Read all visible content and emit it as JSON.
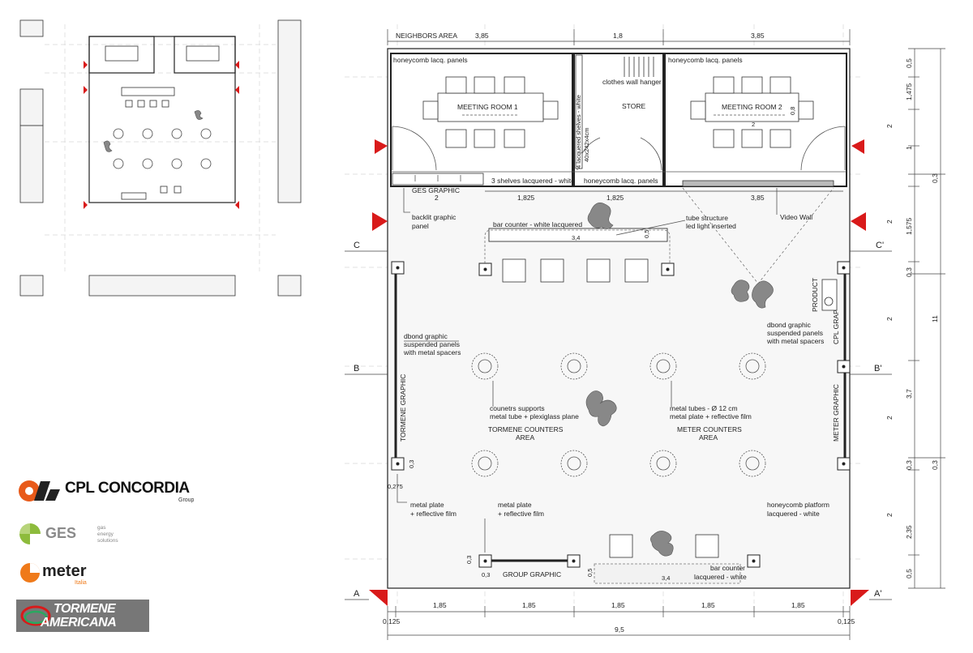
{
  "plan": {
    "top_dims": {
      "area": "NEIGHBORS AREA",
      "left": "3,85",
      "middle": "1,8",
      "right": "3,85"
    },
    "rooms": {
      "meeting_room_1": "MEETING ROOM 1",
      "store": "STORE",
      "meeting_room_2": "MEETING ROOM 2"
    },
    "labels": {
      "honeycomb_left": "honeycomb lacq. panels",
      "honeycomb_right": "honeycomb lacq. panels",
      "honeycomb_store": "honeycomb lacq. panels",
      "clothes_hanger": "clothes wall hanger",
      "lacquered_shelves_1": "4 lacquered shelves - white",
      "lacquered_shelves_2": "40x242x4cm",
      "three_shelves": "3 shelves lacquered - white",
      "ges_graphic_1": "GES GRAPHIC",
      "ges_graphic_2": "2",
      "backlit_1": "backlit graphic",
      "backlit_2": "panel",
      "bar_counter_top": "bar counter - white lacquered",
      "tube_1": "tube structure",
      "tube_2": "led light inserted",
      "video_wall": "Video Wall",
      "product": "PRODUCT",
      "cpl_grap": "CPL GRAP",
      "dbond_left_1": "dbond graphic",
      "dbond_left_2": "suspended panels",
      "dbond_left_3": "with metal spacers",
      "dbond_right_1": "dbond graphic",
      "dbond_right_2": "suspended panels",
      "dbond_right_3": "with metal spacers",
      "tormene_graphic": "TORMENE GRAPHIC",
      "meter_graphic": "METER GRAPHIC",
      "counters_1": "counetrs supports",
      "counters_2": "metal tube + plexiglass plane",
      "tormene_area_1": "TORMENE COUNTERS",
      "tormene_area_2": "AREA",
      "metal_tubes_1": "metal tubes - Ø 12 cm",
      "metal_tubes_2": "metal plate + reflective film",
      "meter_area_1": "METER COUNTERS",
      "meter_area_2": "AREA",
      "metal_plate_left_1": "metal plate",
      "metal_plate_left_2": "+ reflective film",
      "metal_plate_mid_1": "metal plate",
      "metal_plate_mid_2": "+ reflective film",
      "honeycomb_platform_1": "honeycomb platform",
      "honeycomb_platform_2": "lacquered - white",
      "group_graphic": "GROUP GRAPHIC",
      "bar_counter_bottom_1": "bar counter",
      "bar_counter_bottom_2": "lacquered - white"
    },
    "inner_dims": {
      "table1": "2",
      "table1b": "0,8",
      "bar_len": "3,4",
      "bar_w": "0,5",
      "bar2_len": "3,4",
      "bar2_w": "0,5",
      "row_left": "1,825",
      "row_mid": "1,825",
      "row_right": "3,85",
      "post": "0,3",
      "post_off": "0,275",
      "post_b1": "0,3",
      "post_b2": "0,3"
    },
    "sections": {
      "a": "A",
      "a2": "A'",
      "b": "B",
      "b2": "B'",
      "c": "C",
      "c2": "C'"
    },
    "bottom_dims": {
      "seg": [
        "1,85",
        "1,85",
        "1,85",
        "1,85",
        "1,85"
      ],
      "edge_left": "0,125",
      "edge_right": "0,125",
      "total": "9,5"
    },
    "right_dims": {
      "inner": [
        "0,5",
        "1,475",
        "2",
        "1",
        "2",
        "1,575",
        "0,3",
        "2",
        "3,7",
        "2",
        "0,3",
        "2",
        "2,35",
        "0,5"
      ],
      "outer": [
        "0,3",
        "11",
        "0,3"
      ]
    }
  },
  "logos": {
    "cpl": {
      "name": "CPL CONCORDIA",
      "sub": "Group"
    },
    "ges": {
      "name": "GES",
      "sub1": "gas",
      "sub2": "energy",
      "sub3": "solutions"
    },
    "meter": {
      "name": "meter",
      "sub": "Italia"
    },
    "tormene": {
      "line1": "TORMENE",
      "line2": "AMERICANA"
    }
  },
  "colors": {
    "accent_red": "#d91a1a",
    "cpl_orange": "#e85a1a",
    "ges_green": "#8dbb3c",
    "meter_orange": "#ef7a1a",
    "tormene_gray": "#777777"
  }
}
